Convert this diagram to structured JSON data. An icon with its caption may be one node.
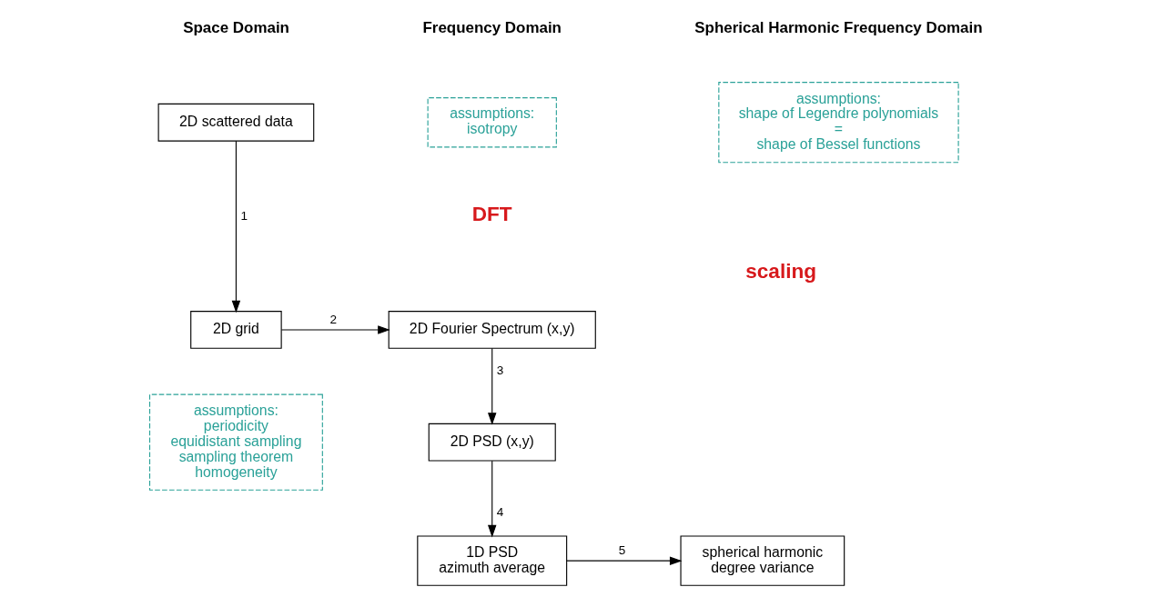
{
  "diagram": {
    "nodes": [
      {
        "text": [
          "2D scattered data"
        ]
      },
      {
        "text": [
          "2D grid"
        ]
      },
      {
        "text": [
          "assumptions:",
          "periodicity",
          "equidistant sampling",
          "sampling theorem",
          "homogeneity"
        ]
      },
      {
        "text": [
          "assumptions:",
          "isotropy"
        ]
      },
      {
        "text": [
          "2D Fourier Spectrum (x,y)"
        ]
      },
      {
        "text": [
          "2D PSD (x,y)"
        ]
      },
      {
        "text": [
          "1D PSD",
          "azimuth average"
        ]
      },
      {
        "text": [
          "assumptions:",
          "shape of Legendre polynomials",
          "=",
          "shape of Bessel functions"
        ]
      },
      {
        "text": [
          "spherical harmonic",
          "degree variance"
        ]
      }
    ],
    "edges": [
      {
        "from": 0,
        "to": 1,
        "arrow": "to",
        "label": "1"
      },
      {
        "from": 1,
        "to": 4,
        "arrow": "to",
        "label": "2"
      },
      {
        "from": 4,
        "to": 5,
        "arrow": "to",
        "label": "3"
      },
      {
        "from": 5,
        "to": 6,
        "arrow": "to",
        "label": "4"
      },
      {
        "from": 6,
        "to": 8,
        "arrow": "to",
        "label": "5"
      }
    ],
    "labels": [
      "Space Domain",
      "Frequency Domain",
      "Spherical Harmonic Frequency Domain",
      "DFT",
      "scaling"
    ]
  }
}
